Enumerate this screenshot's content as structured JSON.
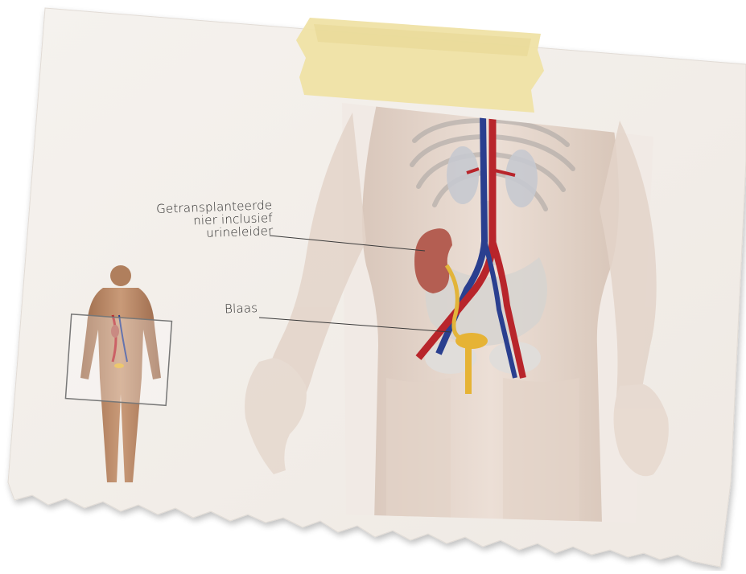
{
  "labels": {
    "kidney_line1": "Getransplanteerde",
    "kidney_line2": "nier inclusief",
    "kidney_line3": "urineleider",
    "bladder": "Blaas"
  },
  "colors": {
    "paper": "#f4f0ec",
    "tape": "#efe2a6",
    "skin": "#e4d5cb",
    "artery": "#b8252b",
    "vein": "#2a3f8f",
    "ureter": "#e2b43a",
    "kidney_transplant": "#b45e52",
    "kidney_native": "#c9cbd1",
    "pelvis_bone": "#d7d4d0",
    "mini_figure": "#b0805e"
  }
}
